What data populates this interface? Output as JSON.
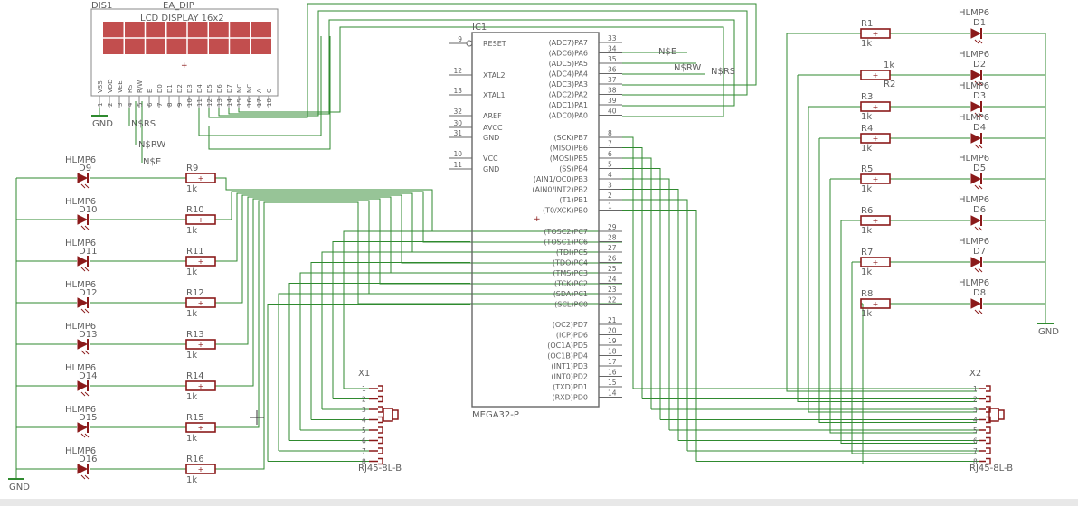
{
  "lcd": {
    "ref": "DIS1",
    "package": "EA_DIP",
    "title": "LCD DISPLAY 16x2",
    "pins": [
      "VSS",
      "VDD",
      "VEE",
      "RS",
      "R/W",
      "E",
      "D0",
      "D1",
      "D2",
      "D3",
      "D4",
      "D5",
      "D6",
      "D7",
      "NC",
      "NC",
      "A",
      "C"
    ]
  },
  "mcu": {
    "ref": "IC1",
    "value": "MEGA32-P",
    "left_pins": [
      {
        "num": "9",
        "name": "RESET"
      },
      {
        "num": "12",
        "name": "XTAL2"
      },
      {
        "num": "13",
        "name": "XTAL1"
      },
      {
        "num": "32",
        "name": "AREF"
      },
      {
        "num": "30",
        "name": "AVCC"
      },
      {
        "num": "31",
        "name": "GND"
      },
      {
        "num": "10",
        "name": "VCC"
      },
      {
        "num": "11",
        "name": "GND"
      }
    ],
    "right_pins": [
      {
        "num": "33",
        "name": "(ADC7)PA7"
      },
      {
        "num": "34",
        "name": "(ADC6)PA6"
      },
      {
        "num": "35",
        "name": "(ADC5)PA5"
      },
      {
        "num": "36",
        "name": "(ADC4)PA4"
      },
      {
        "num": "37",
        "name": "(ADC3)PA3"
      },
      {
        "num": "38",
        "name": "(ADC2)PA2"
      },
      {
        "num": "39",
        "name": "(ADC1)PA1"
      },
      {
        "num": "40",
        "name": "(ADC0)PA0"
      },
      {
        "num": "8",
        "name": "(SCK)PB7"
      },
      {
        "num": "7",
        "name": "(MISO)PB6"
      },
      {
        "num": "6",
        "name": "(MOSI)PB5"
      },
      {
        "num": "5",
        "name": "(SS)PB4"
      },
      {
        "num": "4",
        "name": "(AIN1/OC0)PB3"
      },
      {
        "num": "3",
        "name": "(AIN0/INT2)PB2"
      },
      {
        "num": "2",
        "name": "(T1)PB1"
      },
      {
        "num": "1",
        "name": "(T0/XCK)PB0"
      },
      {
        "num": "29",
        "name": "(TOSC2)PC7"
      },
      {
        "num": "28",
        "name": "(TOSC1)PC6"
      },
      {
        "num": "27",
        "name": "(TDI)PC5"
      },
      {
        "num": "26",
        "name": "(TDO)PC4"
      },
      {
        "num": "25",
        "name": "(TMS)PC3"
      },
      {
        "num": "24",
        "name": "(TCK)PC2"
      },
      {
        "num": "23",
        "name": "(SDA)PC1"
      },
      {
        "num": "22",
        "name": "(SCL)PC0"
      },
      {
        "num": "21",
        "name": "(OC2)PD7"
      },
      {
        "num": "20",
        "name": "(ICP)PD6"
      },
      {
        "num": "19",
        "name": "(OC1A)PD5"
      },
      {
        "num": "18",
        "name": "(OC1B)PD4"
      },
      {
        "num": "17",
        "name": "(INT1)PD3"
      },
      {
        "num": "16",
        "name": "(INT0)PD2"
      },
      {
        "num": "15",
        "name": "(TXD)PD1"
      },
      {
        "num": "14",
        "name": "(RXD)PD0"
      }
    ]
  },
  "nets": {
    "ne": "N$E",
    "nrw": "N$RW",
    "nrs": "N$RS"
  },
  "led_part": "HLMP6",
  "res_value": "1k",
  "gnd_label": "GND",
  "left_leds": [
    "D9",
    "D10",
    "D11",
    "D12",
    "D13",
    "D14",
    "D15",
    "D16"
  ],
  "left_res": [
    "R9",
    "R10",
    "R11",
    "R12",
    "R13",
    "R14",
    "R15",
    "R16"
  ],
  "right_leds": [
    "D1",
    "D2",
    "D3",
    "D4",
    "D5",
    "D6",
    "D7",
    "D8"
  ],
  "right_res": [
    "R1",
    "R2",
    "R3",
    "R4",
    "R5",
    "R6",
    "R7",
    "R8"
  ],
  "x1": {
    "ref": "X1",
    "value": "RJ45-8L-B"
  },
  "x2": {
    "ref": "X2",
    "value": "RJ45-8L-B"
  },
  "rj_pins": [
    "1",
    "2",
    "3",
    "4",
    "5",
    "6",
    "7",
    "8"
  ],
  "colors": {
    "wire": "#2f8a2f",
    "part": "#8b1a1a",
    "text": "#5e5e5e",
    "lcd": "#c24e4e"
  }
}
